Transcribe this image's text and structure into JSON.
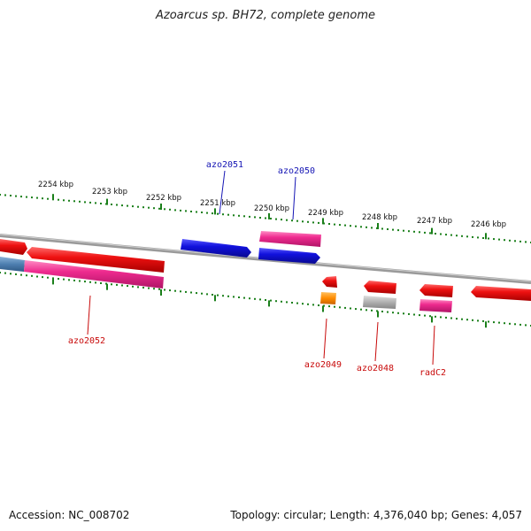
{
  "title": "Azoarcus sp. BH72, complete genome",
  "footer": {
    "accession": "Accession: NC_008702",
    "summary": "Topology: circular; Length: 4,376,040 bp; Genes: 4,057"
  },
  "colors": {
    "backbone": "#8c8c8c",
    "tick": "#1a7f1a",
    "label_top": "#1414b4",
    "label_bottom": "#c80a0a",
    "gene_red": "#ee1111",
    "gene_pink": "#ee2b8f",
    "gene_blue": "#1111dd",
    "gene_orange": "#ff8c00",
    "gene_gray": "#b0b0b0",
    "gene_steel": "#4e7fb0"
  },
  "scale_labels": [
    "2254 kbp",
    "2253 kbp",
    "2252 kbp",
    "2251 kbp",
    "2250 kbp",
    "2249 kbp",
    "2248 kbp",
    "2247 kbp",
    "2246 kbp"
  ],
  "gene_labels": [
    {
      "name": "azo2051",
      "strand": "top"
    },
    {
      "name": "azo2050",
      "strand": "top"
    },
    {
      "name": "azo2052",
      "strand": "bottom"
    },
    {
      "name": "azo2049",
      "strand": "bottom"
    },
    {
      "name": "azo2048",
      "strand": "bottom"
    },
    {
      "name": "radC2",
      "strand": "bottom"
    }
  ]
}
